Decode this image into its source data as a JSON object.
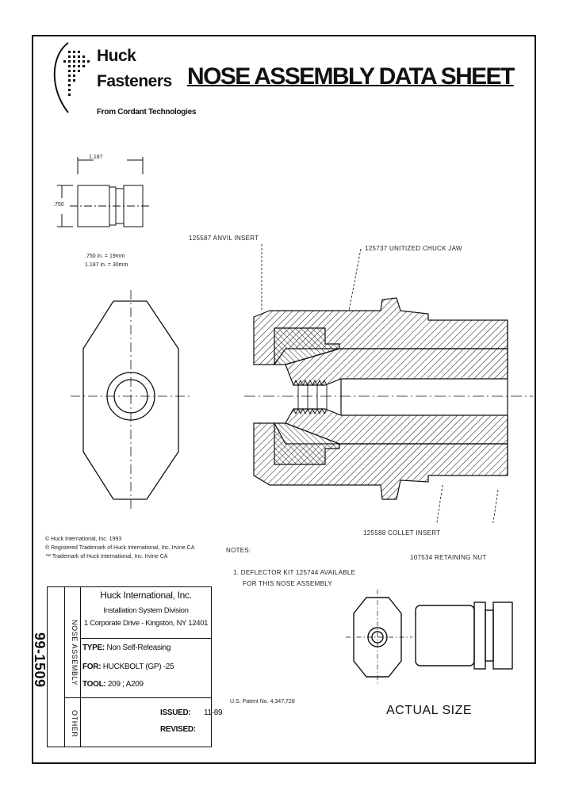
{
  "logo": {
    "line1": "Huck",
    "line2": "Fasteners",
    "subtitle": "From Cordant Technologies"
  },
  "title": "NOSE ASSEMBLY DATA SHEET",
  "dimensions": {
    "width": "1.187",
    "height": ".750",
    "conv1": ".750 in. = 19mm",
    "conv2": "1.187 in. = 30mm"
  },
  "callouts": {
    "anvil_insert": "125587 ANVIL INSERT",
    "chuck_jaw": "125737 UNITIZED CHUCK JAW",
    "collet_insert": "125588 COLLET INSERT",
    "retaining_nut": "107534 RETAINING NUT"
  },
  "trademarks": [
    "© Huck International, Inc. 1993",
    "® Registered Trademark of Huck International, Inc. Irvine CA",
    "™ Trademark of Huck International, Inc. Irvine CA"
  ],
  "notes": {
    "heading": "NOTES:",
    "item1_line1": "1.  DEFLECTOR KIT 125744 AVAILABLE",
    "item1_line2": "FOR THIS NOSE ASSEMBLY"
  },
  "patent": "U.S. Patent No. 4,347,728",
  "actual_size": "ACTUAL SIZE",
  "title_block": {
    "part_number": "99-1509",
    "category": "NOSE ASSEMBLY",
    "other": "OTHER",
    "company": "Huck International, Inc.",
    "division": "Installation System Division",
    "address": "1 Corporate Drive - Kingston, NY  12401",
    "type_label": "TYPE:",
    "type_value": "Non Self-Releasing",
    "for_label": "FOR:",
    "for_value": "HUCKBOLT (GP) -25",
    "tool_label": "TOOL:",
    "tool_value": "209 ; A209",
    "issued_label": "ISSUED:",
    "issued_value": "11-89",
    "revised_label": "REVISED:",
    "revised_value": ""
  }
}
